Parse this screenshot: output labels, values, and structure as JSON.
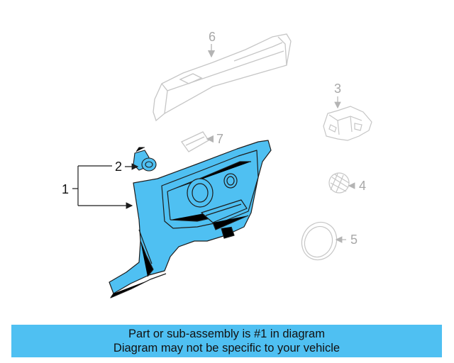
{
  "callouts": [
    "1",
    "2",
    "3",
    "4",
    "5",
    "6",
    "7"
  ],
  "highlighted_callouts": [
    "1",
    "2"
  ],
  "banner": {
    "line1": "Part or sub-assembly is #1 in diagram",
    "line2": "Diagram may not be specific to your vehicle"
  },
  "colors": {
    "highlight_fill": "#4fc0f2",
    "banner_bg": "#4fc0f2",
    "ghost_stroke": "#c6c6c6",
    "part_stroke": "#1c1c1c"
  }
}
